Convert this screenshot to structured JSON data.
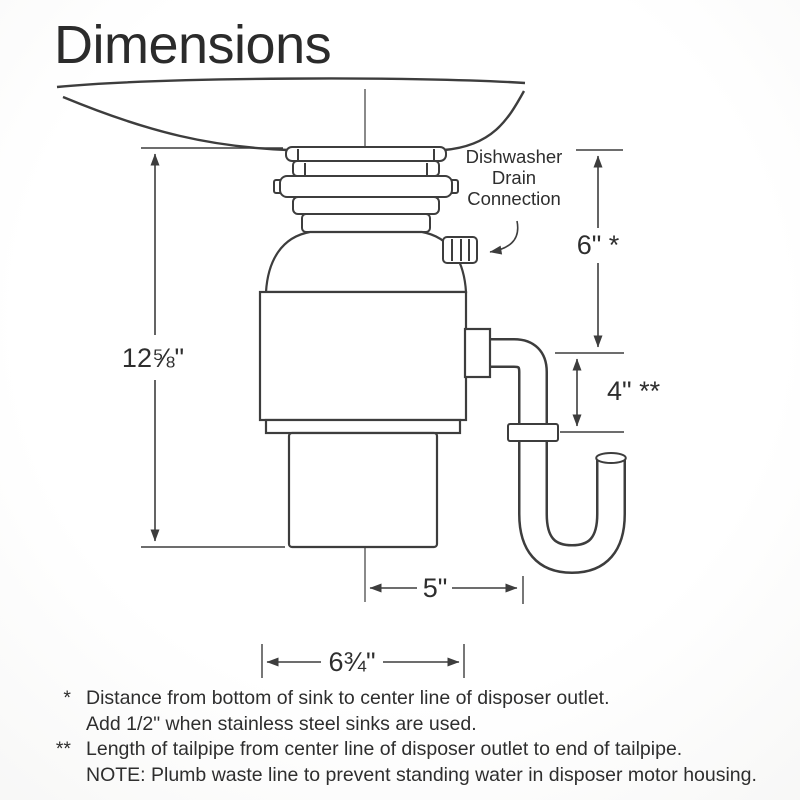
{
  "title": "Dimensions",
  "callout": {
    "line1": "Dishwasher",
    "line2": "Drain",
    "line3": "Connection"
  },
  "dimensions": {
    "overall_height": "12⅝\"",
    "sink_to_outlet": "6\" *",
    "tailpipe_length": "4\" **",
    "center_to_trap": "5\"",
    "body_width": "6¾\""
  },
  "footnotes": {
    "star_marker": "*",
    "star_line1": "Distance from bottom of sink to center line of disposer outlet.",
    "star_line2": "Add 1/2\" when stainless steel sinks are used.",
    "double_star_marker": "**",
    "double_star_line1": "Length of tailpipe from center line of disposer outlet to end of tailpipe.",
    "double_star_line2": "NOTE: Plumb waste line to prevent standing water in disposer motor housing."
  },
  "colors": {
    "line": "#3d3d3d",
    "text": "#2e2e2e",
    "background": "#f6f6f4"
  }
}
